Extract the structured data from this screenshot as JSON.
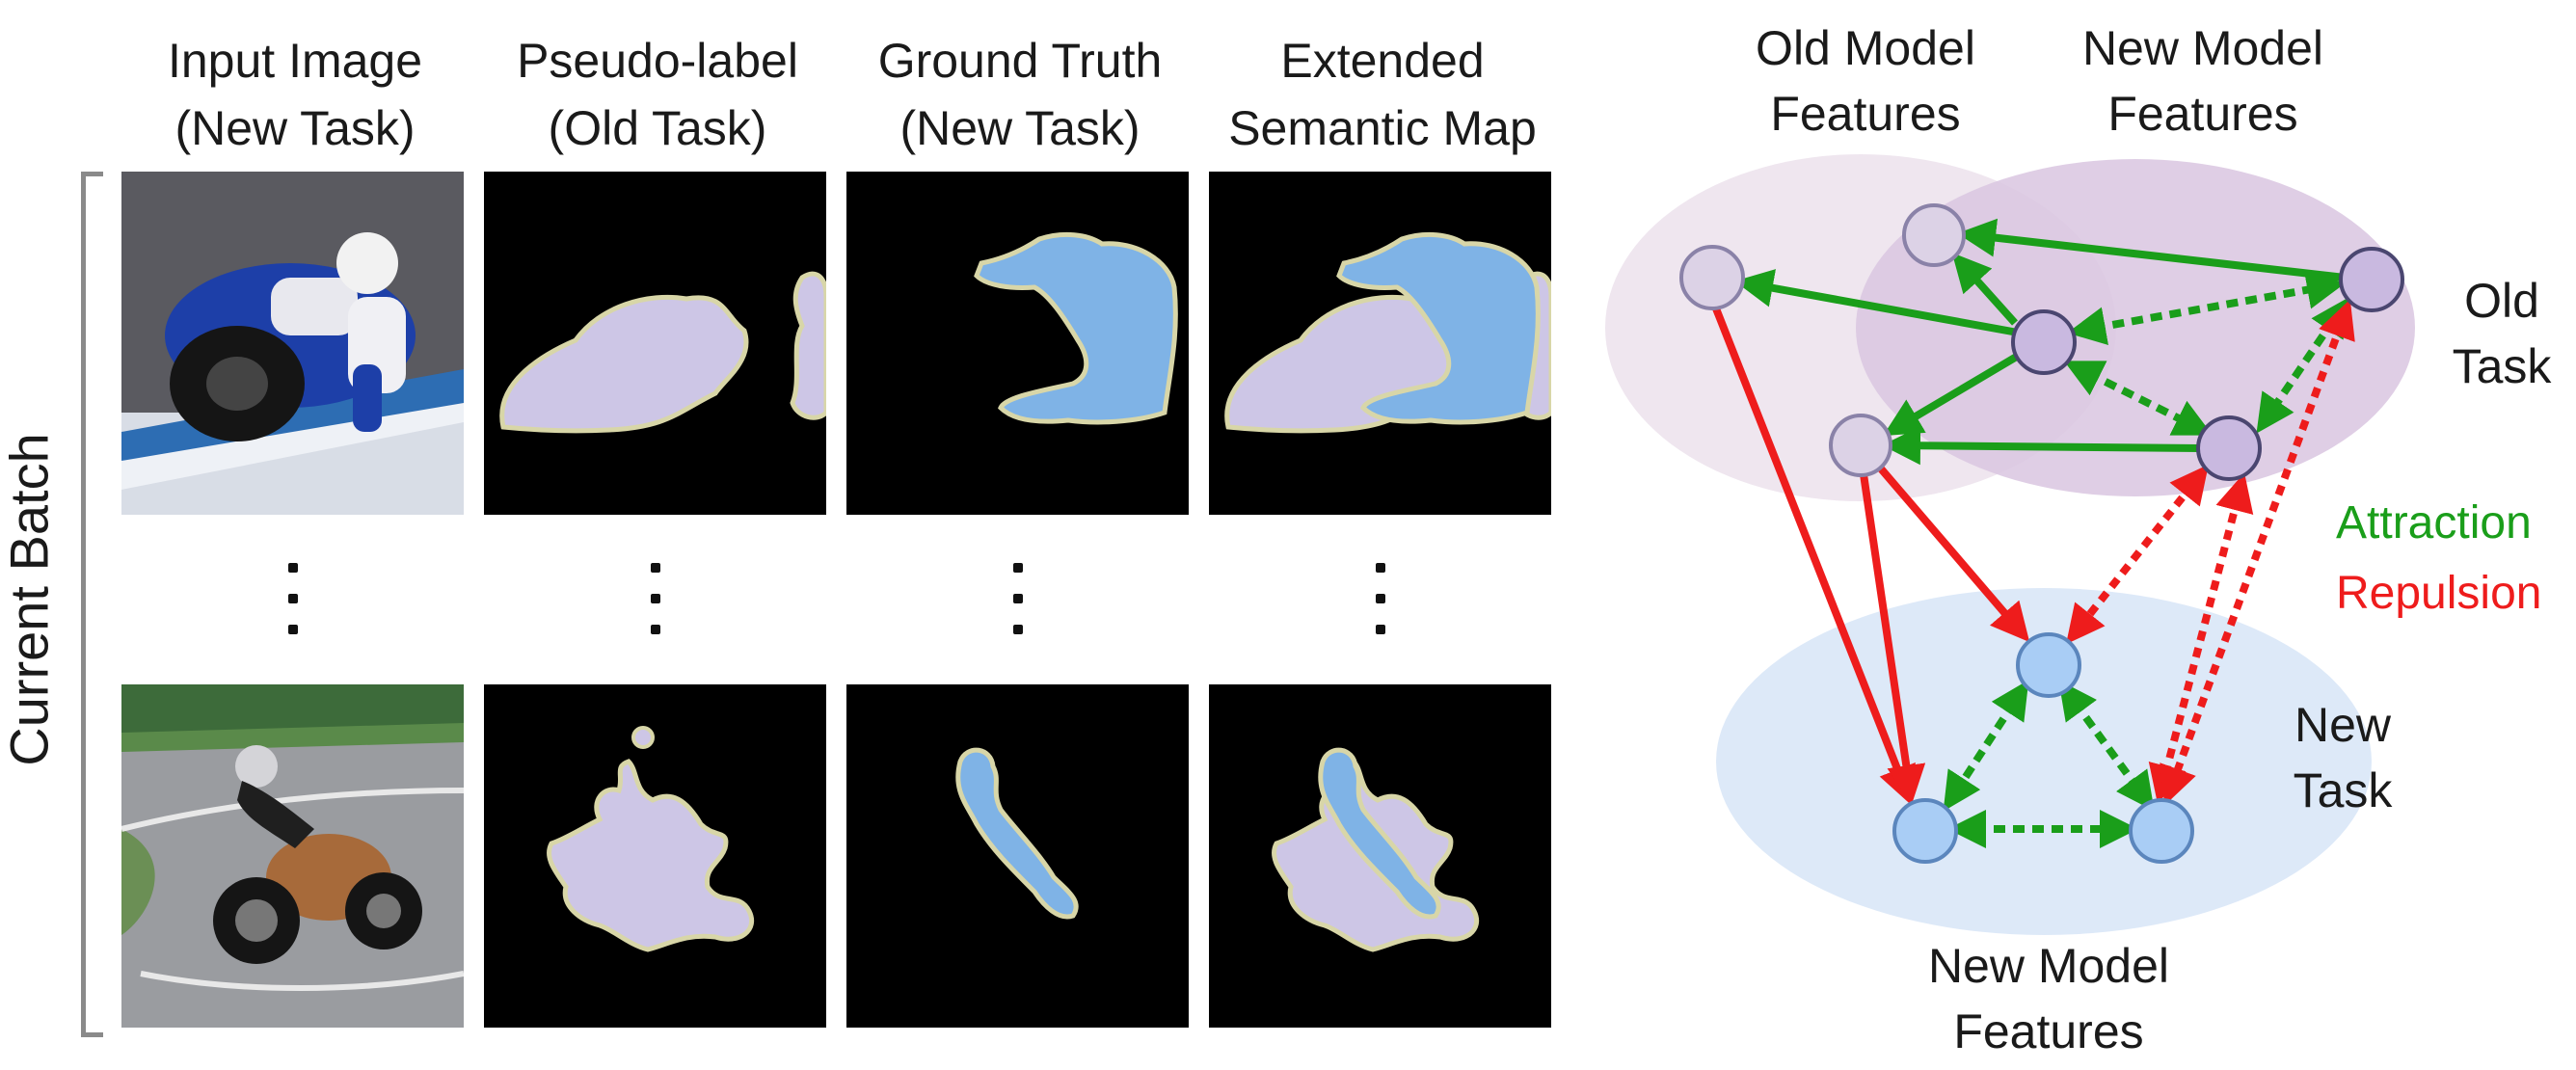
{
  "columns": [
    {
      "title": "Input Image\n(New Task)"
    },
    {
      "title": "Pseudo-label\n(Old Task)"
    },
    {
      "title": "Ground Truth\n(New Task)"
    },
    {
      "title": "Extended\nSemantic Map"
    }
  ],
  "side_label": "Current Batch",
  "diagram": {
    "old_model_features": "Old Model\nFeatures",
    "new_model_features_top": "New Model\nFeatures",
    "new_model_features_bottom": "New Model\nFeatures",
    "old_task": "Old\nTask",
    "new_task": "New\nTask",
    "legend": {
      "attraction": "Attraction",
      "repulsion": "Repulsion"
    }
  },
  "colors": {
    "attraction": "#1a9e1a",
    "repulsion": "#ee1c1c",
    "old_task_region": "#e8dcea",
    "old_task_region_dark": "#d9c6e0",
    "new_task_region": "#dde9f8",
    "old_node_fill": "#dcd2e6",
    "new_model_old_node_fill": "#c9b9e0",
    "new_node_fill": "#a9cdf5",
    "pseudo_label": "#cdc6e6",
    "ground_truth": "#7fb3e6",
    "mask_edge": "#d8d6a8"
  }
}
